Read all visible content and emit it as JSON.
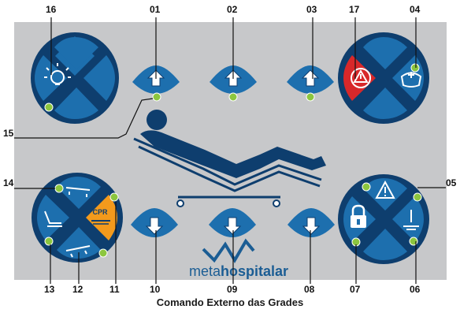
{
  "caption": "Comando Externo das Grades",
  "logo": {
    "prefix": "meta",
    "suffix": "hospitalar"
  },
  "colors": {
    "panel": "#c7c8ca",
    "button_blue": "#1d6fae",
    "button_dark": "#0e3e6e",
    "warning_red": "#d8282a",
    "cpr_orange": "#f39a1c",
    "led_green": "#8cc63f",
    "logo_blue": "#1b5d94"
  },
  "callouts": [
    "16",
    "01",
    "02",
    "03",
    "17",
    "04",
    "15",
    "14",
    "05",
    "13",
    "12",
    "11",
    "10",
    "09",
    "08",
    "07",
    "06"
  ],
  "controls": {
    "top_left": {
      "icon": "light-icon"
    },
    "top_right": {
      "warning_icon": "alert-icon",
      "nurse_icon": "nurse-cap-icon"
    },
    "bottom_left": {
      "cpr_label": "CPR",
      "icons": [
        "bed-flat-icon",
        "backrest-icon",
        "cpr-icon",
        "trendelenburg-icon"
      ]
    },
    "bottom_right": {
      "icons": [
        "warning-icon",
        "lock-icon",
        "tilt-icon"
      ]
    },
    "up_arrows": [
      "arrow-up-icon",
      "arrow-up-icon",
      "arrow-up-icon"
    ],
    "down_arrows": [
      "arrow-down-icon",
      "arrow-down-icon",
      "arrow-down-icon"
    ]
  }
}
